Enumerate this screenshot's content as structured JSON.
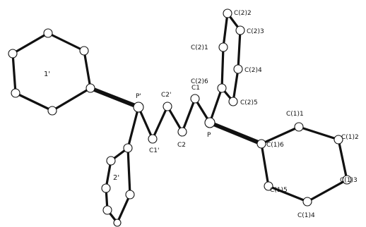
{
  "colors": {
    "ink": "#111111",
    "paper": "#ffffff"
  },
  "labels": {
    "ring1prime": "1'",
    "ring2prime": "2'",
    "p_prime": "P'",
    "p": "P",
    "c1_prime": "C1'",
    "c2_prime": "C2'",
    "c1": "C1",
    "c2": "C2",
    "c2_1": "C(2)1",
    "c2_2": "C(2)2",
    "c2_3": "C(2)3",
    "c2_4": "C(2)4",
    "c2_5": "C(2)5",
    "c2_6": "C(2)6",
    "c1_1": "C(1)1",
    "c1_2": "C(1)2",
    "c1_3": "C(1)3",
    "c1_4": "C(1)4",
    "c1_5": "C(1)5",
    "c1_6": "C(1)6"
  }
}
